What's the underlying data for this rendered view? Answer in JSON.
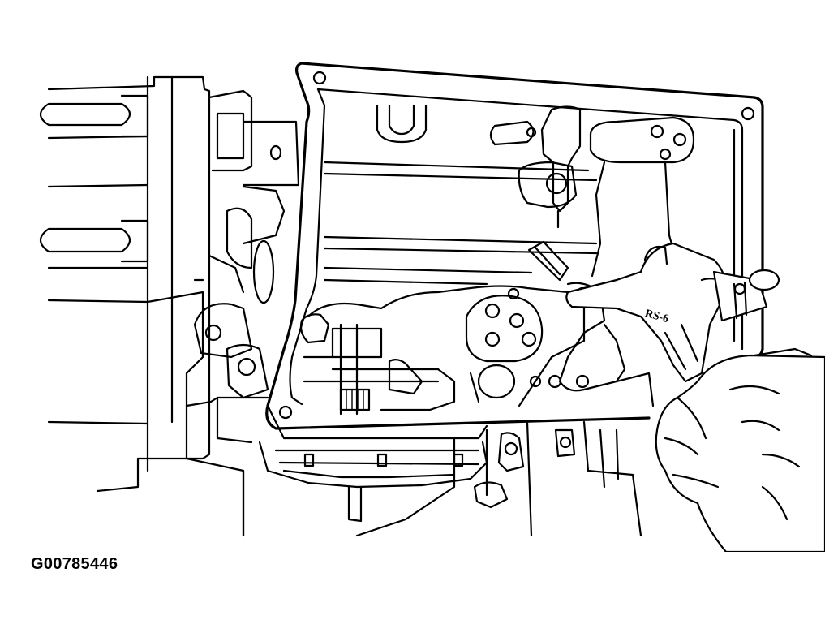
{
  "figure": {
    "id_label": "G00785446",
    "tool_marking": "RS-6"
  },
  "icons": [
    "transmission-case-illustration",
    "air-blow-gun-icon",
    "hand-icon"
  ],
  "colors": {
    "ink": "#000000",
    "paper": "#ffffff"
  }
}
